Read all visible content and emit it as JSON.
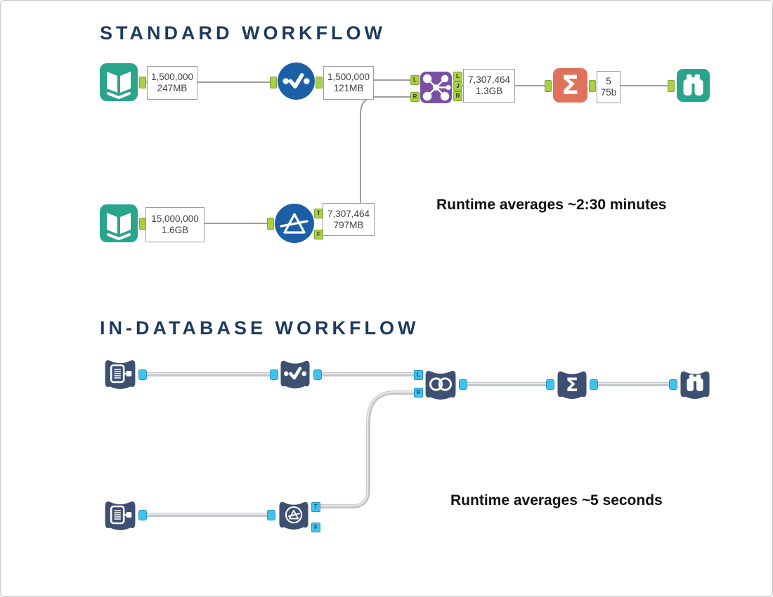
{
  "colors": {
    "title_navy": "#1e3a5f",
    "teal_tool": "#2aa48d",
    "blue_tool": "#1d5fa6",
    "purple_tool": "#7a4fa5",
    "salmon_tool": "#e0715b",
    "navy_indb_tool": "#3e5071",
    "green_anchor": "#a9cf44",
    "cyan_anchor": "#41c2ec",
    "wire_standard": "#9e9e9e",
    "wire_indb": "#c6c9ce",
    "annotation_text": "#3d4149"
  },
  "glyphs": {
    "sigma": "Σ"
  },
  "anchors": {
    "left": "L",
    "join": "J",
    "right": "R",
    "true": "T",
    "false": "F"
  },
  "icons": {
    "input_data": "open-book",
    "select": "dots-and-checkmark",
    "join": "network-nodes",
    "summarize": "sigma",
    "browse": "binoculars",
    "filter": "funnel-triangle",
    "connect_indb": "database-document-plug",
    "join_indb": "venn-circles"
  },
  "standard": {
    "title": "STANDARD WORKFLOW",
    "runtime_note": "Runtime averages ~2:30 minutes",
    "annotations": [
      {
        "records": "1,500,000",
        "size": "247MB"
      },
      {
        "records": "1,500,000",
        "size": "121MB"
      },
      {
        "records": "7,307,464",
        "size": "1.3GB"
      },
      {
        "records": "5",
        "size": "75b"
      },
      {
        "records": "15,000,000",
        "size": "1.6GB"
      },
      {
        "records": "7,307,464",
        "size": "797MB"
      }
    ]
  },
  "indb": {
    "title": "IN-DATABASE WORKFLOW",
    "runtime_note": "Runtime averages ~5 seconds"
  }
}
